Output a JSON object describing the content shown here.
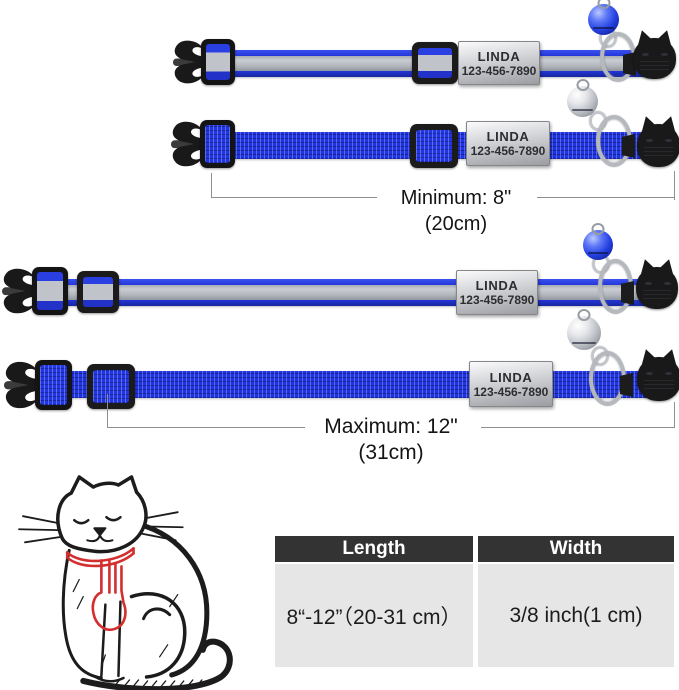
{
  "collar_tag": {
    "name": "LINDA",
    "phone": "123-456-7890"
  },
  "annotations": {
    "minimum": "Minimum: 8\"(20cm)",
    "maximum": "Maximum: 12\"(31cm)"
  },
  "spec_table": {
    "length": {
      "header": "Length",
      "value": "8“-12”（20-31 cm）"
    },
    "width": {
      "header": "Width",
      "value": "3/8 inch(1 cm)"
    }
  },
  "colors": {
    "collar_blue": "#2437e0",
    "reflective_stripe": "#b7bbc1",
    "hardware_black": "#1a1a1a",
    "tag_silver": "#c8c9cc",
    "bell_blue": "#2744e8",
    "bell_silver": "#c4c7cd",
    "fit_guide_red": "#d42f2f",
    "table_header_bg": "#333333",
    "table_body_bg": "#e6e6e6",
    "dimension_line": "#8f8f8f"
  }
}
